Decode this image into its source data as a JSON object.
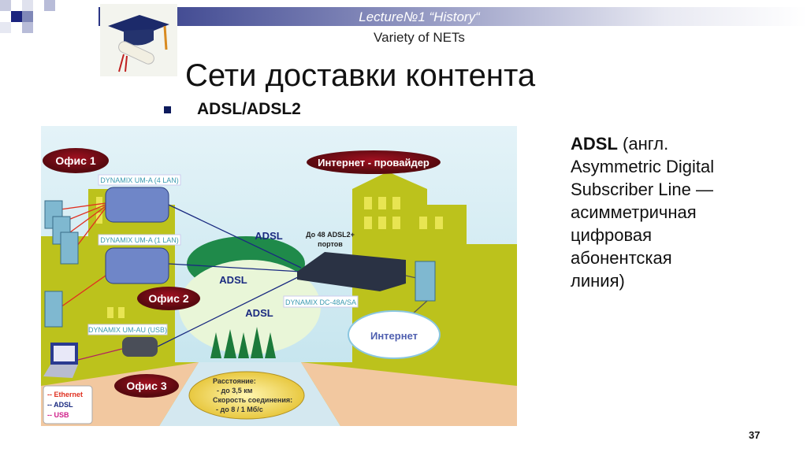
{
  "header": {
    "lecture": "Lecture№1 “History“",
    "subtitle": "Variety of NETs"
  },
  "title": "Сети доставки контента",
  "bullet": "ADSL/ADSL2",
  "diagram": {
    "office1": "Офис 1",
    "office2": "Офис 2",
    "office3": "Офис 3",
    "provider": "Интернет - провайдер",
    "router1": "DYNAMIX UM-A (4 LAN)",
    "router2": "DYNAMIX UM-A (1 LAN)",
    "modem": "DYNAMIX UM-AU (USB)",
    "dslam": "DYNAMIX DC-48A/SA",
    "ports1": "До 48 ADSL2+",
    "ports2": "портов",
    "adsl": "ADSL",
    "internet": "Интернет",
    "info": [
      "Расстояние:",
      "- до 3,5 км",
      "Скорость соединения:",
      "- до 8 / 1 Мб/с"
    ],
    "legend": [
      {
        "label": "-- Ethernet",
        "color": "#e03020"
      },
      {
        "label": "-- ADSL",
        "color": "#1a2a80"
      },
      {
        "label": "-- USB",
        "color": "#d0208a"
      }
    ]
  },
  "side": {
    "term": "ADSL",
    "lines": [
      " (англ.",
      "Asymmetric Digital",
      "Subscriber Line —",
      " асимметричная",
      "цифровая",
      "абонентская",
      "линия)"
    ]
  },
  "page_number": "37"
}
